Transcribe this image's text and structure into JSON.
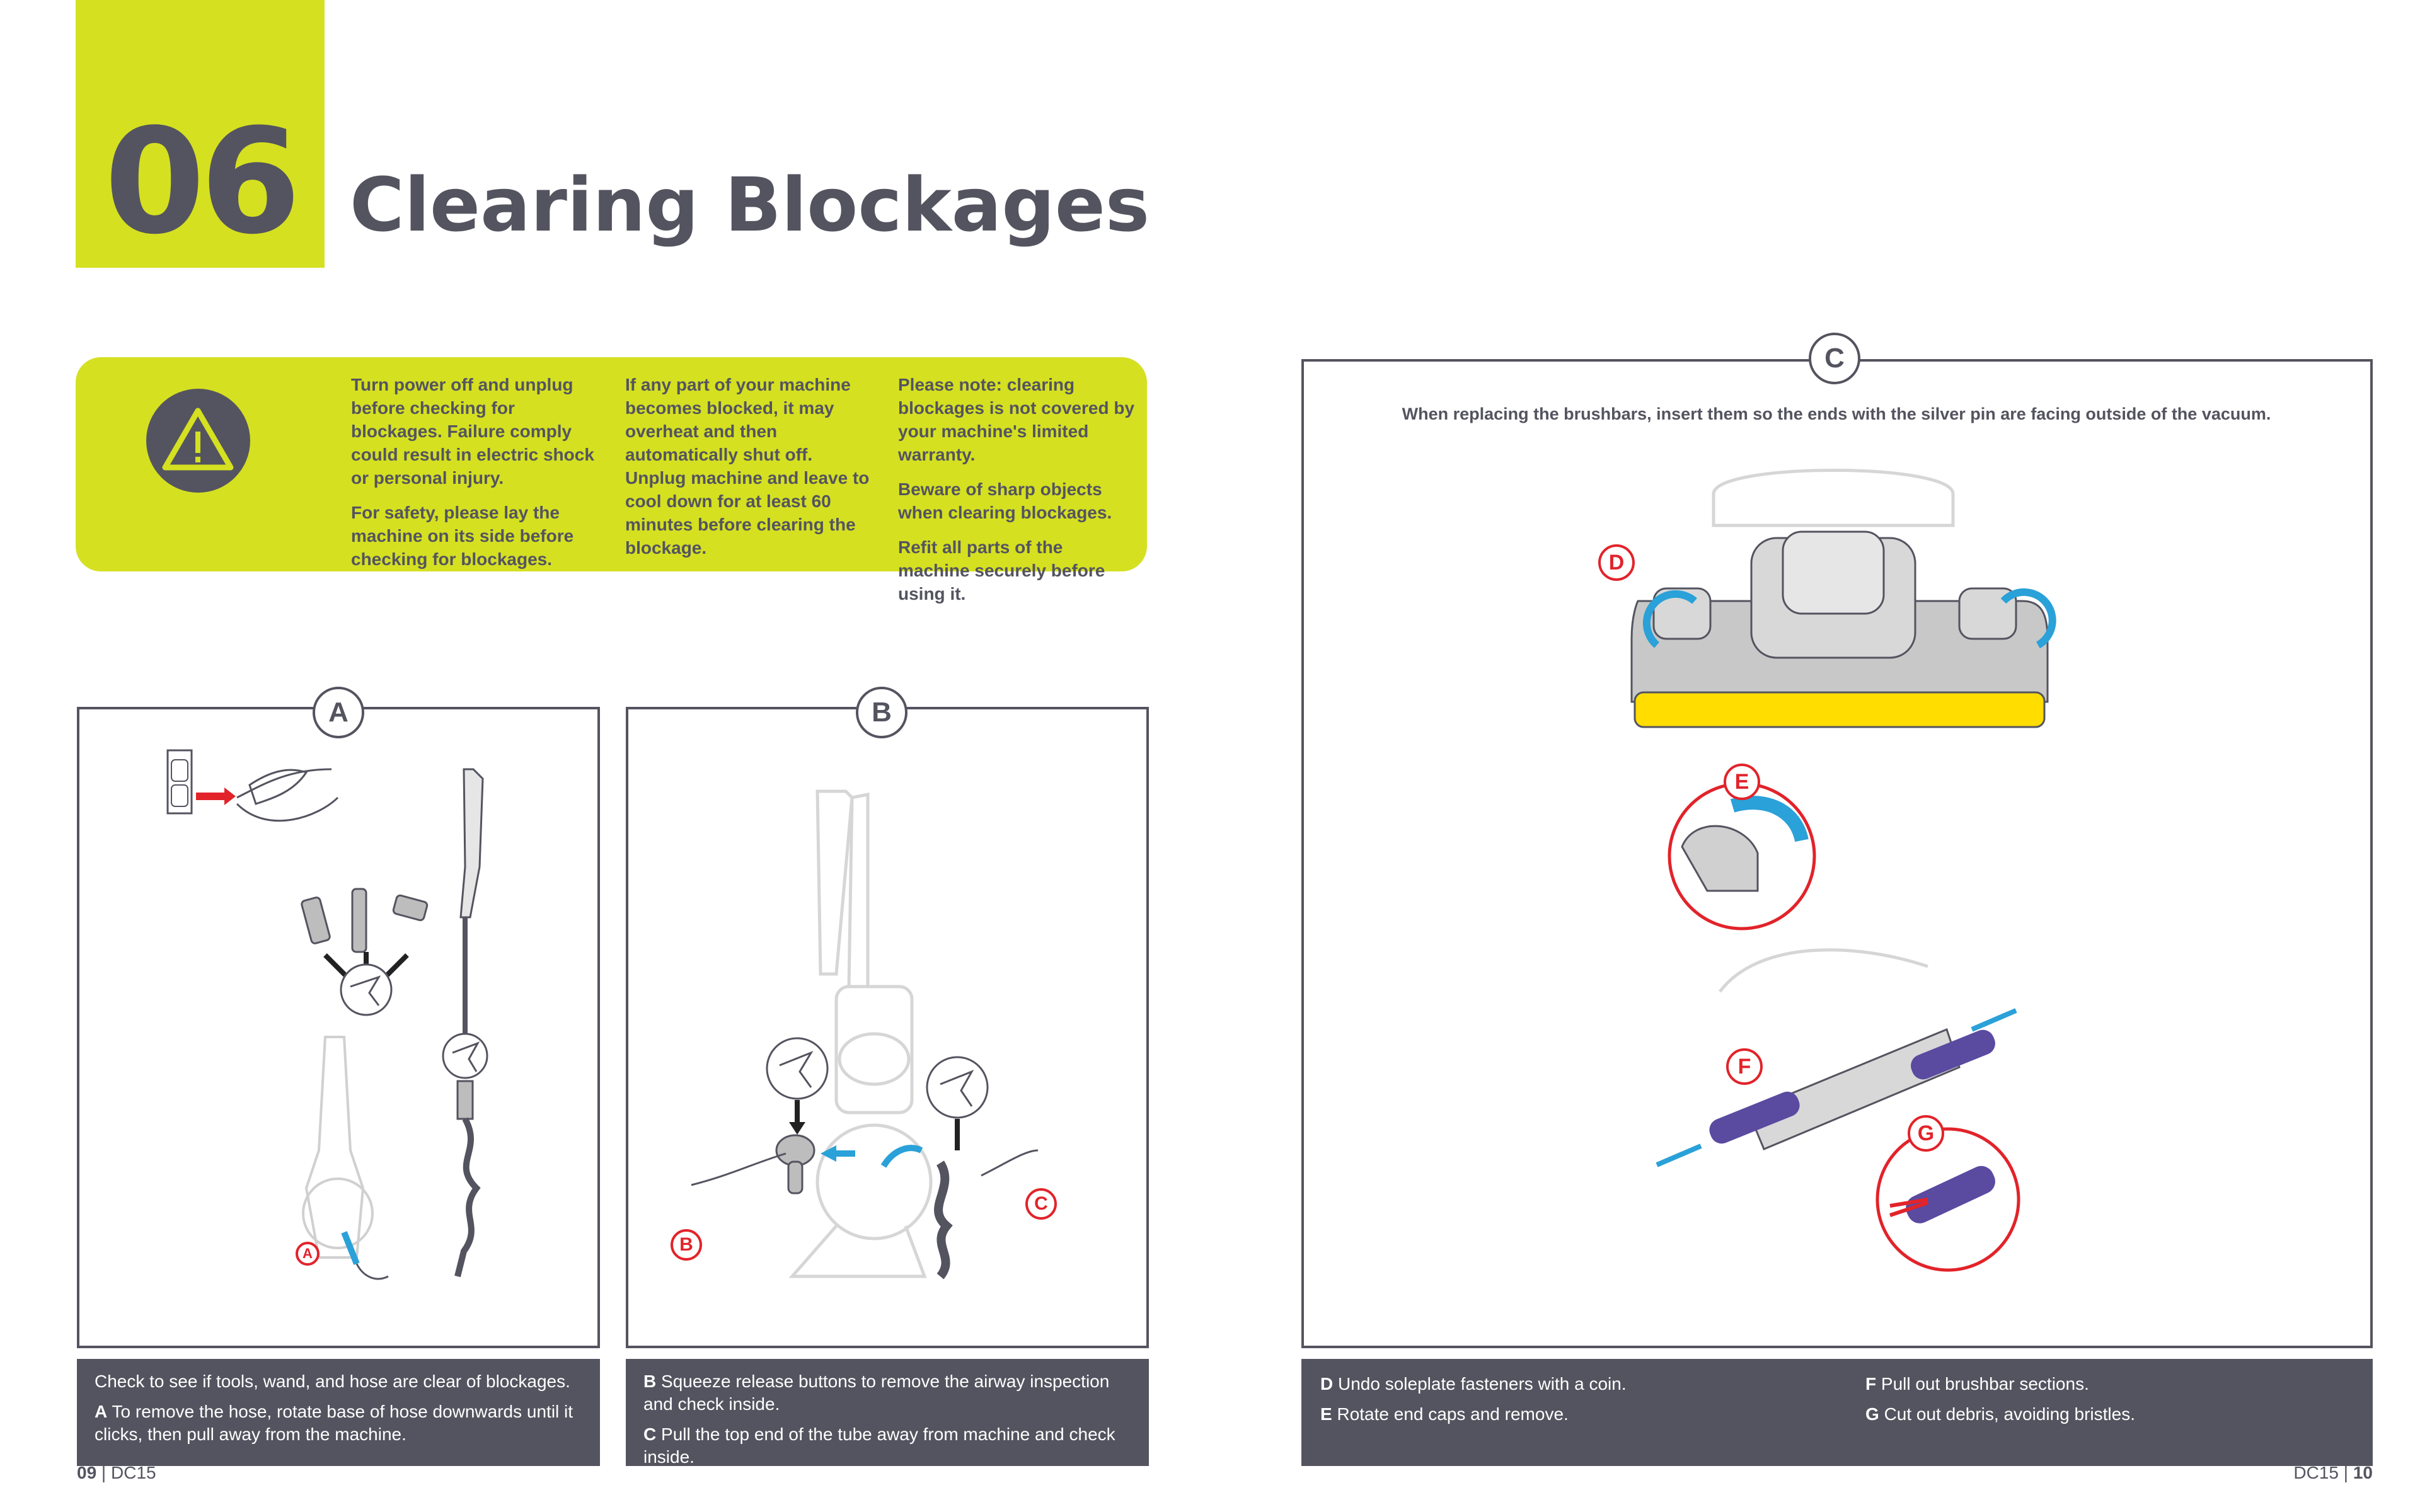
{
  "header": {
    "section_number": "06",
    "title": "Clearing Blockages"
  },
  "warning": {
    "icon": "warning-triangle-icon",
    "col1": [
      "Turn power off and unplug before checking for blockages. Failure comply could result in electric shock or personal injury.",
      "For safety, please lay the machine on its side before checking for blockages."
    ],
    "col2": [
      "If any part of your machine becomes blocked, it may overheat and then automatically shut off. Unplug machine and leave to cool down for at least 60 minutes before clearing the blockage."
    ],
    "col3": [
      "Please note: clearing blockages is not covered by your machine's limited warranty.",
      "Beware of sharp objects when clearing blockages.",
      "Refit all parts of the machine securely before using it."
    ]
  },
  "panel_a": {
    "badge": "A",
    "callout": "A",
    "caption_line1": "Check to see if tools, wand, and hose are clear of blockages.",
    "caption_step_letter": "A",
    "caption_step_text": "To remove the hose, rotate base of hose downwards until it clicks, then pull away from the machine."
  },
  "panel_b": {
    "badge": "B",
    "callout_b": "B",
    "callout_c": "C",
    "step_b_letter": "B",
    "step_b_text": "Squeeze release buttons to remove the airway inspection and check inside.",
    "step_c_letter": "C",
    "step_c_text": "Pull the top end of the tube away from machine and check inside."
  },
  "panel_c": {
    "badge": "C",
    "note": "When replacing the brushbars, insert them so the ends with the silver pin are facing outside of the vacuum.",
    "callouts": {
      "d": "D",
      "e": "E",
      "f": "F",
      "g": "G"
    },
    "steps": {
      "d_letter": "D",
      "d_text": "Undo soleplate fasteners with a coin.",
      "e_letter": "E",
      "e_text": "Rotate end caps and remove.",
      "f_letter": "F",
      "f_text": "Pull out brushbar sections.",
      "g_letter": "G",
      "g_text": "Cut out debris, avoiding bristles."
    }
  },
  "footer": {
    "left_page": "09",
    "left_model": "DC15",
    "right_model": "DC15",
    "right_page": "10"
  },
  "colors": {
    "accent": "#d5e021",
    "dark": "#545460",
    "red": "#e2232a",
    "blue": "#2aa1d8",
    "yellow": "#ffdd00"
  }
}
